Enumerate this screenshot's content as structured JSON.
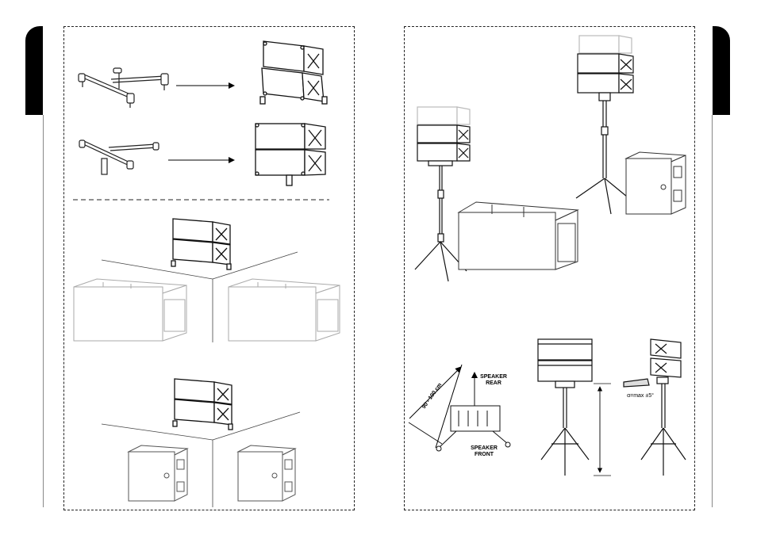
{
  "labels": {
    "distance": "90 - 100 cm",
    "speaker_rear": "SPEAKER\nREAR",
    "speaker_front": "SPEAKER\nFRONT",
    "angle": "α=max ±5°"
  }
}
